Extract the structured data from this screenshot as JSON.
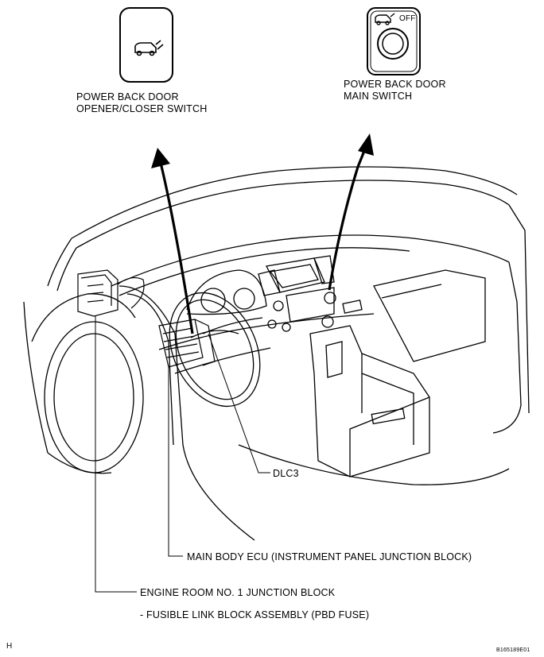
{
  "labels": {
    "opener_switch_line1": "POWER BACK DOOR",
    "opener_switch_line2": "OPENER/CLOSER SWITCH",
    "main_switch_line1": "POWER BACK DOOR",
    "main_switch_line2": "MAIN SWITCH",
    "main_switch_off_text": "OFF",
    "dlc3": "DLC3",
    "main_body_ecu": "MAIN BODY ECU (INSTRUMENT PANEL JUNCTION BLOCK)",
    "engine_room_jb": "ENGINE ROOM NO. 1 JUNCTION BLOCK",
    "fusible_link": "- FUSIBLE LINK BLOCK ASSEMBLY (PBD FUSE)",
    "corner_letter": "H",
    "figure_code": "B165189E01"
  },
  "icons": {
    "opener_switch": "vehicle-back-door-icon",
    "main_switch": "vehicle-back-door-off-icon"
  }
}
